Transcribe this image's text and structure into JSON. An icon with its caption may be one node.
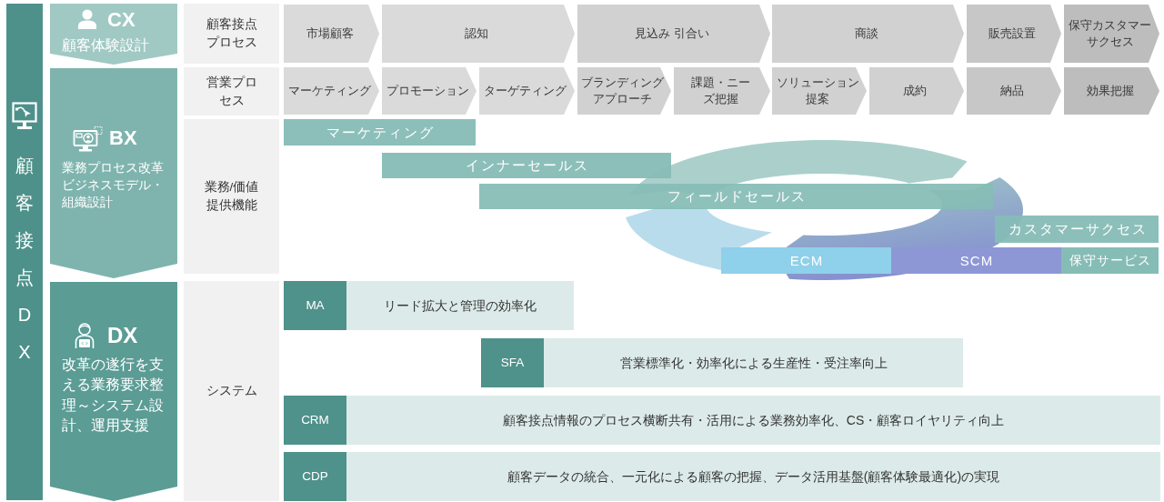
{
  "diagram": {
    "nodes": [
      {
        "text": [
          "顧客接点DX"
        ]
      },
      {
        "text": [
          "CX",
          "顧客体験設計"
        ]
      },
      {
        "text": [
          "顧客接点プロセス"
        ]
      },
      {
        "text": [
          "市場顧客"
        ]
      },
      {
        "text": [
          "認知"
        ]
      },
      {
        "text": [
          "見込み 引合い"
        ]
      },
      {
        "text": [
          "商談"
        ]
      },
      {
        "text": [
          "販売設置"
        ]
      },
      {
        "text": [
          "保守カスタマーサクセス"
        ]
      },
      {
        "text": [
          "BX",
          "業務プロセス改革ビジネスモデル・組織設計"
        ]
      },
      {
        "text": [
          "営業プロセス"
        ]
      },
      {
        "text": [
          "マーケティング"
        ]
      },
      {
        "text": [
          "プロモーション"
        ]
      },
      {
        "text": [
          "ターゲティング"
        ]
      },
      {
        "text": [
          "ブランディングアプローチ"
        ]
      },
      {
        "text": [
          "課題・ニーズ把握"
        ]
      },
      {
        "text": [
          "ソリューション提案"
        ]
      },
      {
        "text": [
          "成約"
        ]
      },
      {
        "text": [
          "納品"
        ]
      },
      {
        "text": [
          "効果把握"
        ]
      },
      {
        "text": [
          "業務/価値提供機能"
        ]
      },
      {
        "text": [
          "マーケティング"
        ]
      },
      {
        "text": [
          "インナーセールス"
        ]
      },
      {
        "text": [
          "フィールドセールス"
        ]
      },
      {
        "text": [
          "カスタマーサクセス"
        ]
      },
      {
        "text": [
          "ECM"
        ]
      },
      {
        "text": [
          "SCM"
        ]
      },
      {
        "text": [
          "保守サービス"
        ]
      },
      {
        "text": [
          "DX",
          "改革の遂行を支える業務要求整理～システム設計、運用支援"
        ]
      },
      {
        "text": [
          "システム"
        ]
      },
      {
        "text": [
          "MA"
        ]
      },
      {
        "text": [
          "リード拡大と管理の効率化"
        ]
      },
      {
        "text": [
          "SFA"
        ]
      },
      {
        "text": [
          "営業標準化・効率化による生産性・受注率向上"
        ]
      },
      {
        "text": [
          "CRM"
        ]
      },
      {
        "text": [
          "顧客接点情報のプロセス横断共有・活用による業務効率化、CS・顧客ロイヤリティ向上"
        ]
      },
      {
        "text": [
          "CDP"
        ]
      },
      {
        "text": [
          "顧客データの統合、一元化による顧客の把握、データ活用基盤(顧客体験最適化)の実現"
        ]
      }
    ]
  }
}
